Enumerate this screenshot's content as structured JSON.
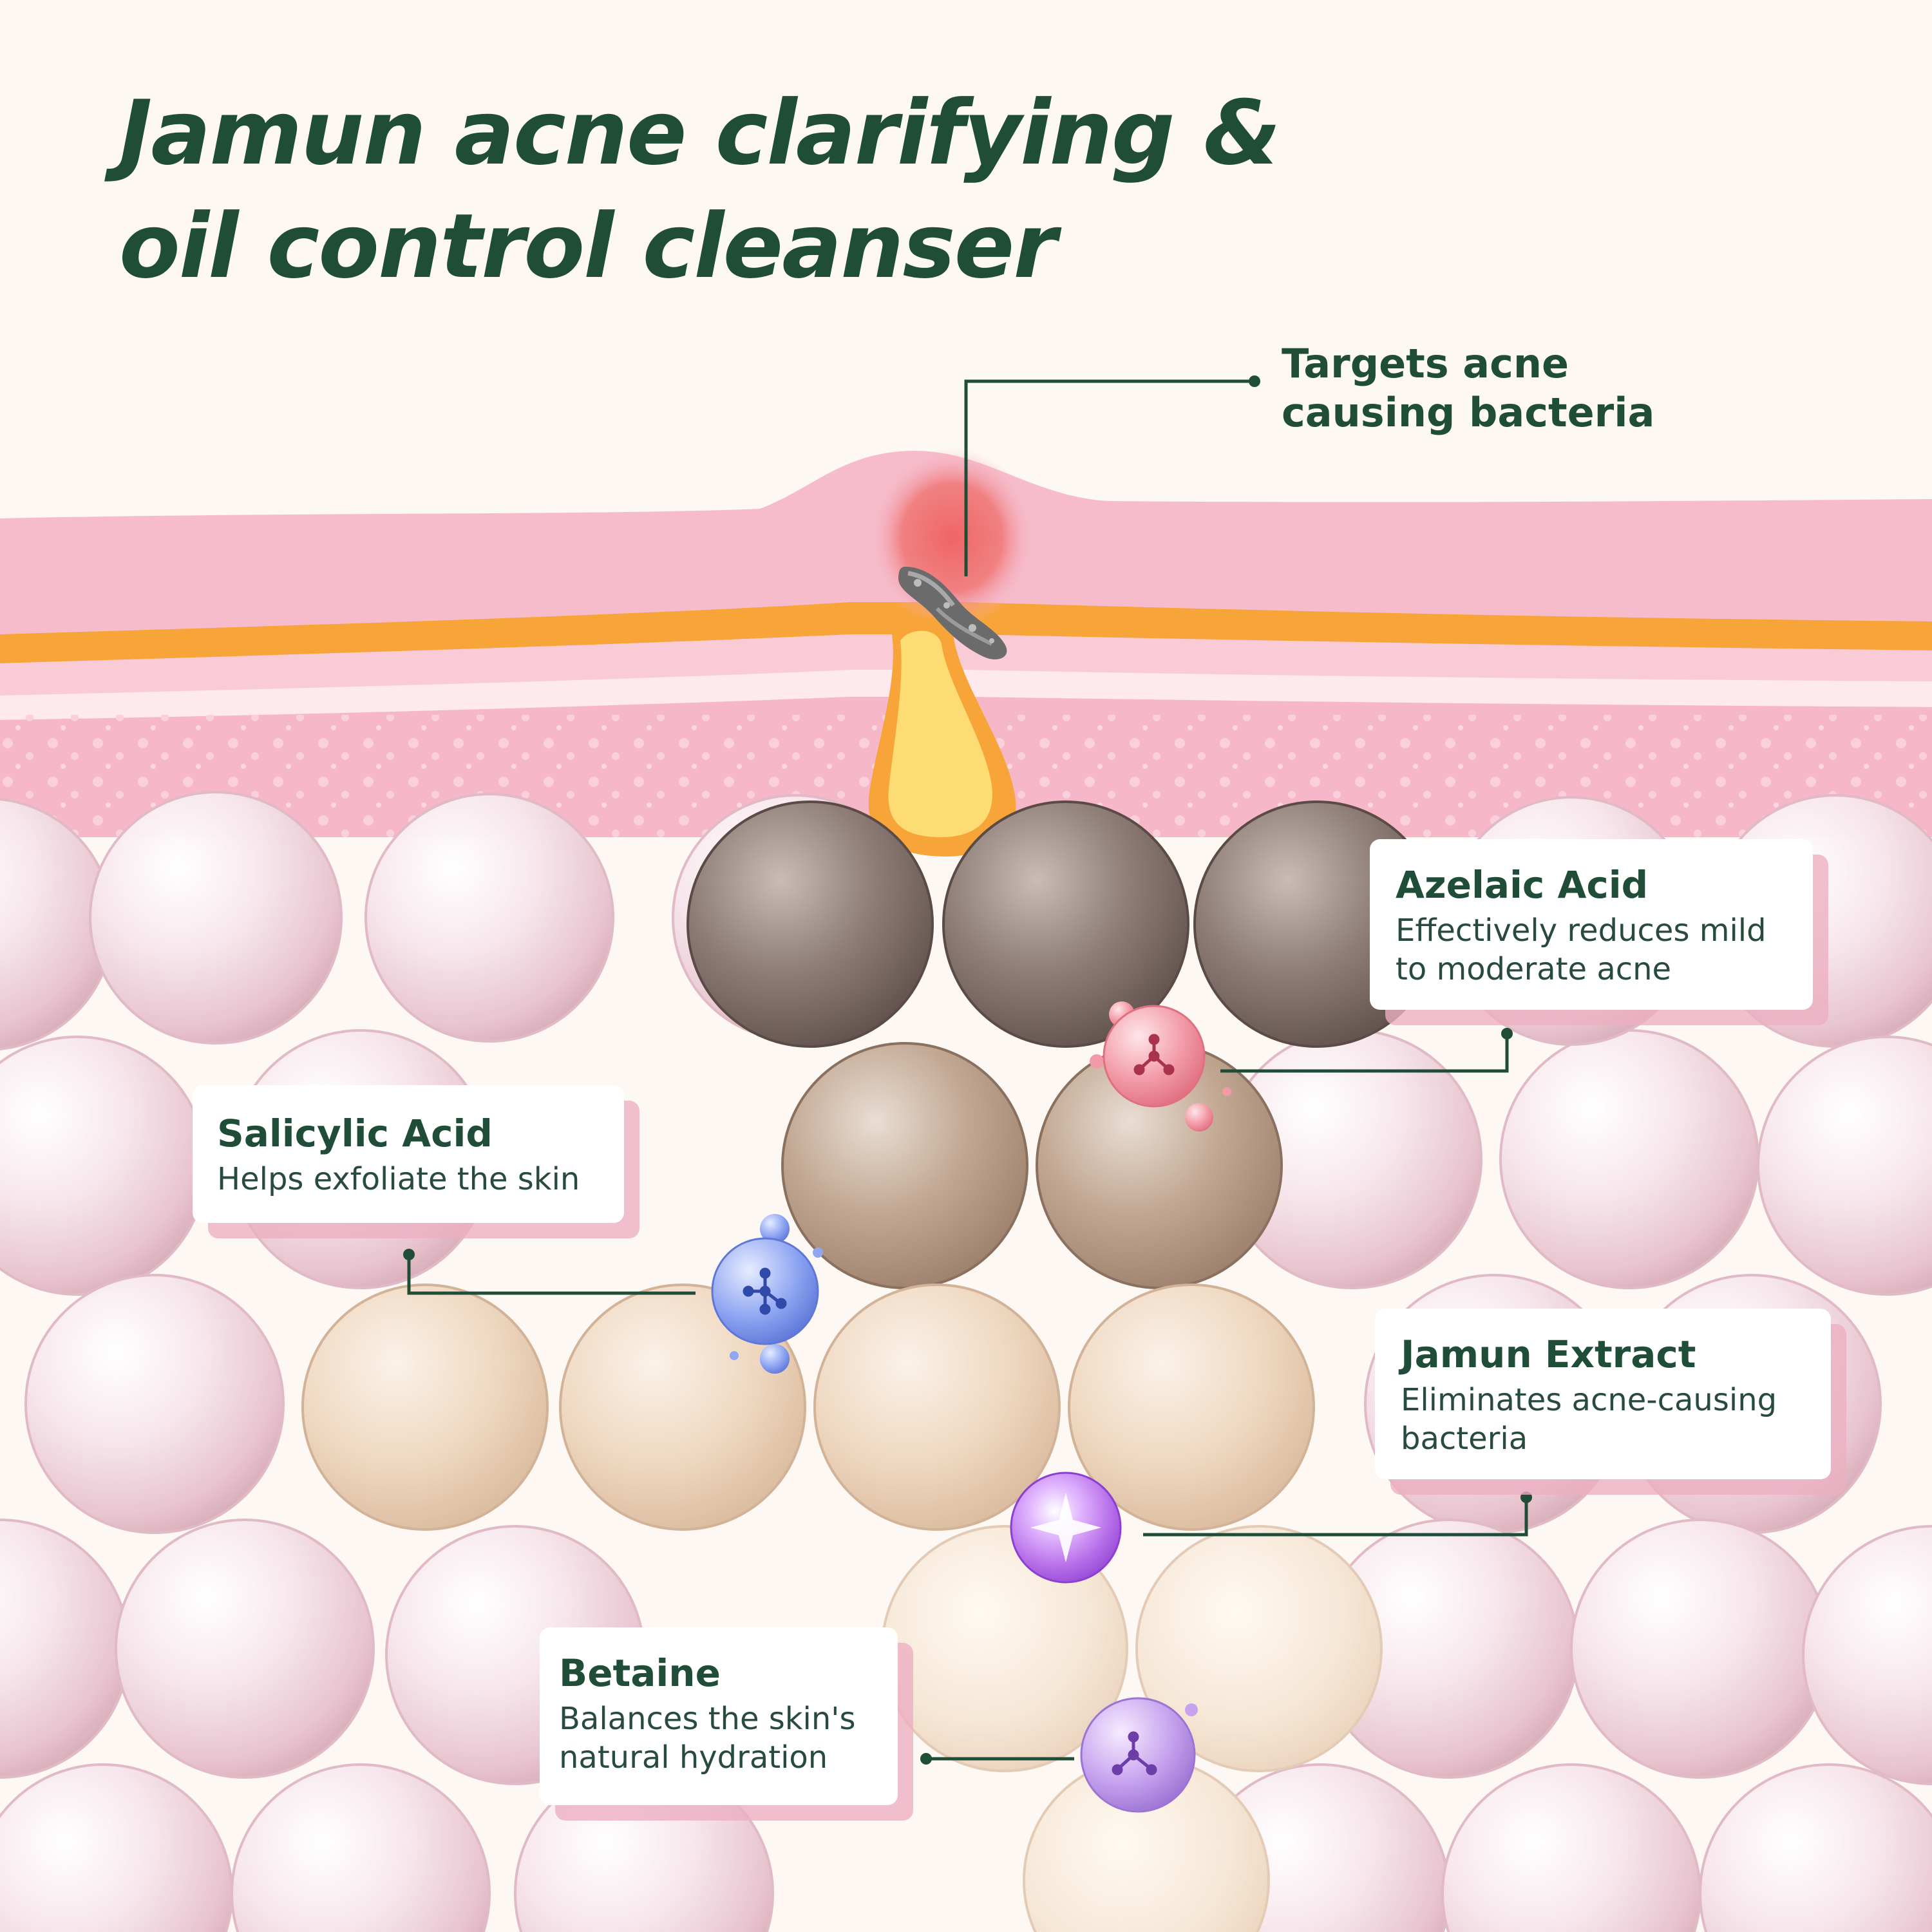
{
  "title": {
    "line1": "Jamun acne clarifying &",
    "line2": "oil control cleanser"
  },
  "bacteria_callout": {
    "line1": "Targets acne",
    "line2": "causing bacteria"
  },
  "ingredients": [
    {
      "name": "Azelaic Acid",
      "line1": "Effectively reduces mild",
      "line2": "to moderate acne",
      "molecule_color": "#f29aa6",
      "molecule_icon": "molecule-icon"
    },
    {
      "name": "Salicylic Acid",
      "line1": "Helps exfoliate the skin",
      "molecule_color": "#8fa6f2",
      "molecule_icon": "molecule-icon"
    },
    {
      "name": "Jamun Extract",
      "line1": "Eliminates acne-causing",
      "line2": "bacteria",
      "molecule_color": "#b56be8",
      "molecule_icon": "sparkle-icon"
    },
    {
      "name": "Betaine",
      "line1": "Balances the skin's",
      "line2": "natural hydration",
      "molecule_color": "#c7a2ee",
      "molecule_icon": "molecule-icon"
    }
  ],
  "colors": {
    "brand_green": "#1f4d37",
    "skin_pink": "#f6bccc",
    "oil_orange": "#f7a438",
    "pimple_red": "#ef6f6f",
    "sebum_yellow": "#fddc74",
    "card_shadow_pink": "#ecafc2",
    "background": "#fdf8f4"
  }
}
